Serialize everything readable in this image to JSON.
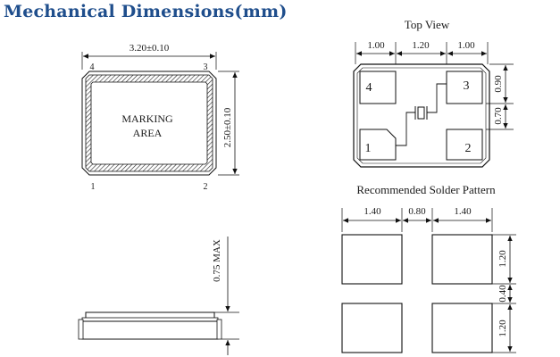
{
  "title": "Mechanical Dimensions(mm)",
  "package_top": {
    "width_dim": "3.20±0.10",
    "height_dim": "2.50±0.10",
    "marking_line1": "MARKING",
    "marking_line2": "AREA",
    "pin1": "1",
    "pin2": "2",
    "pin3": "3",
    "pin4": "4"
  },
  "package_side": {
    "height_dim": "0.75 MAX"
  },
  "top_view": {
    "title": "Top View",
    "dim_left": "1.00",
    "dim_mid": "1.20",
    "dim_right": "1.00",
    "dim_v_top": "0.90",
    "dim_v_bottom": "0.70",
    "pad1": "1",
    "pad2": "2",
    "pad3": "3",
    "pad4": "4"
  },
  "solder_pattern": {
    "title": "Recommended Solder  Pattern",
    "dim_left": "1.40",
    "dim_gap": "0.80",
    "dim_right": "1.40",
    "dim_v_top": "1.20",
    "dim_v_gap": "0.40",
    "dim_v_bottom": "1.20"
  }
}
